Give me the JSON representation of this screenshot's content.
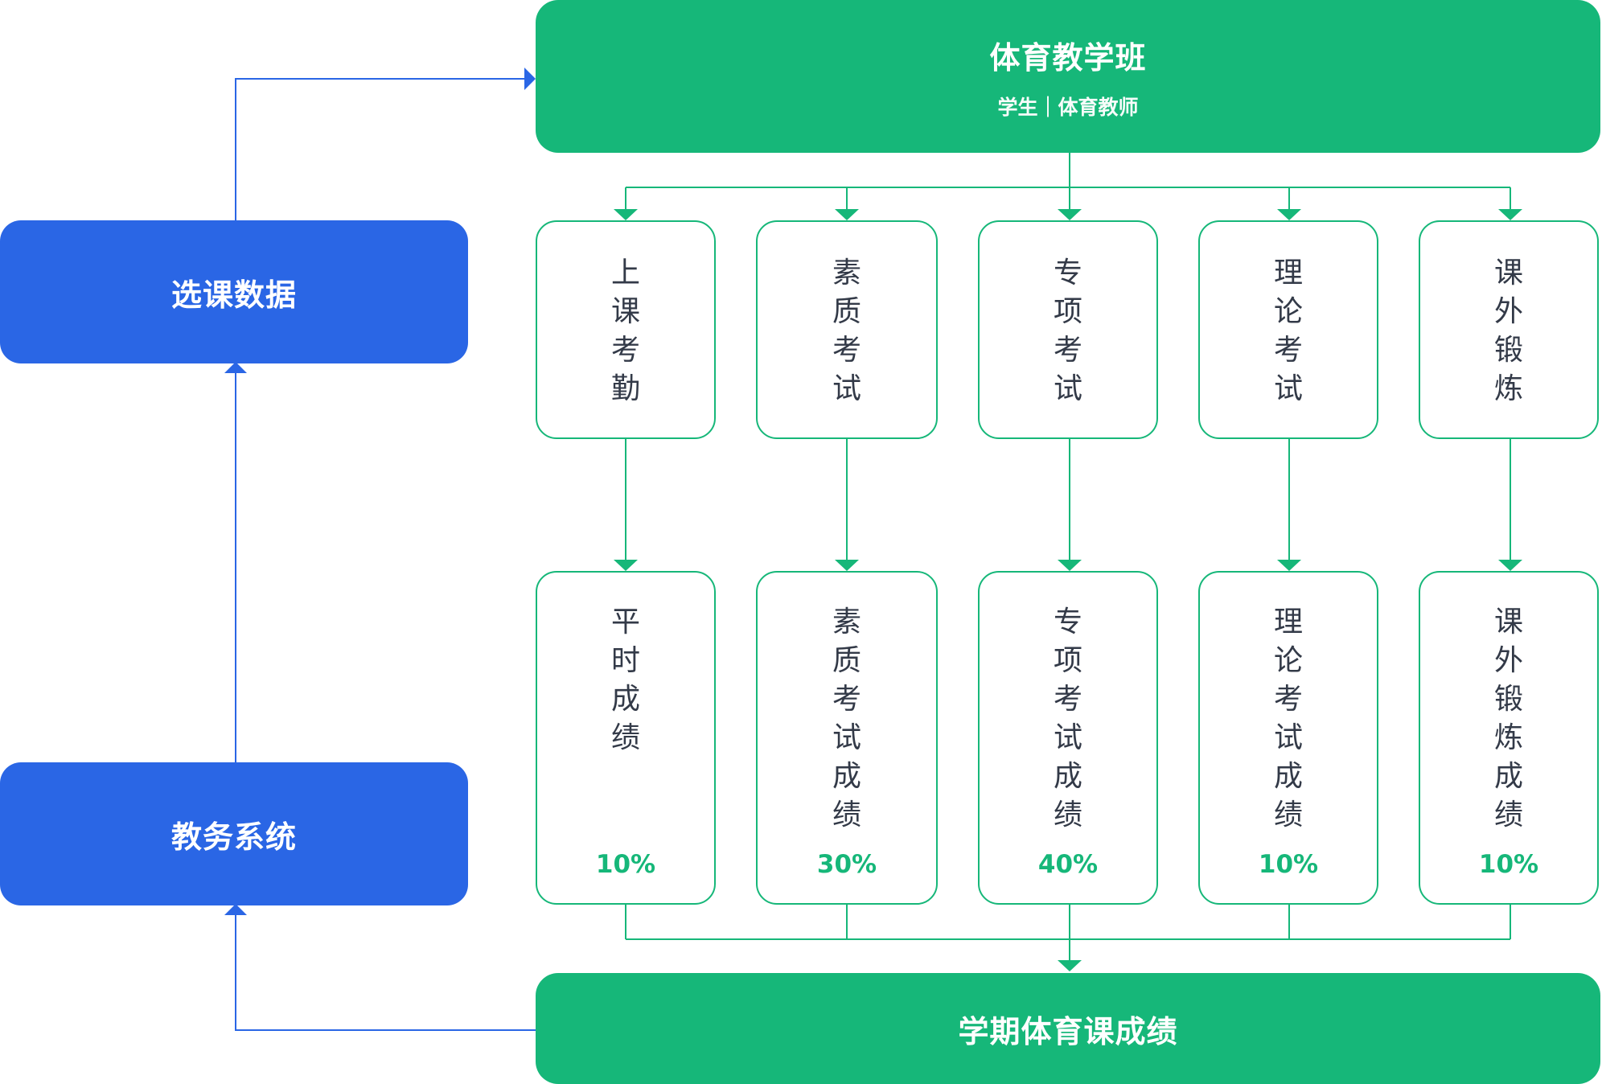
{
  "header": {
    "title": "体育教学班",
    "subtitle": "学生｜体育教师"
  },
  "left": {
    "top_label": "选课数据",
    "bottom_label": "教务系统"
  },
  "tasks": [
    "上课考勤",
    "素质考试",
    "专项考试",
    "理论考试",
    "课外锻炼"
  ],
  "grades": [
    {
      "label": "平时成绩",
      "weight": "10%"
    },
    {
      "label": "素质考试成绩",
      "weight": "30%"
    },
    {
      "label": "专项考试成绩",
      "weight": "40%"
    },
    {
      "label": "理论考试成绩",
      "weight": "10%"
    },
    {
      "label": "课外锻炼成绩",
      "weight": "10%"
    }
  ],
  "footer": {
    "label": "学期体育课成绩"
  },
  "colors": {
    "green": "#16b779",
    "blue": "#2a66e5",
    "text": "#333a48"
  }
}
